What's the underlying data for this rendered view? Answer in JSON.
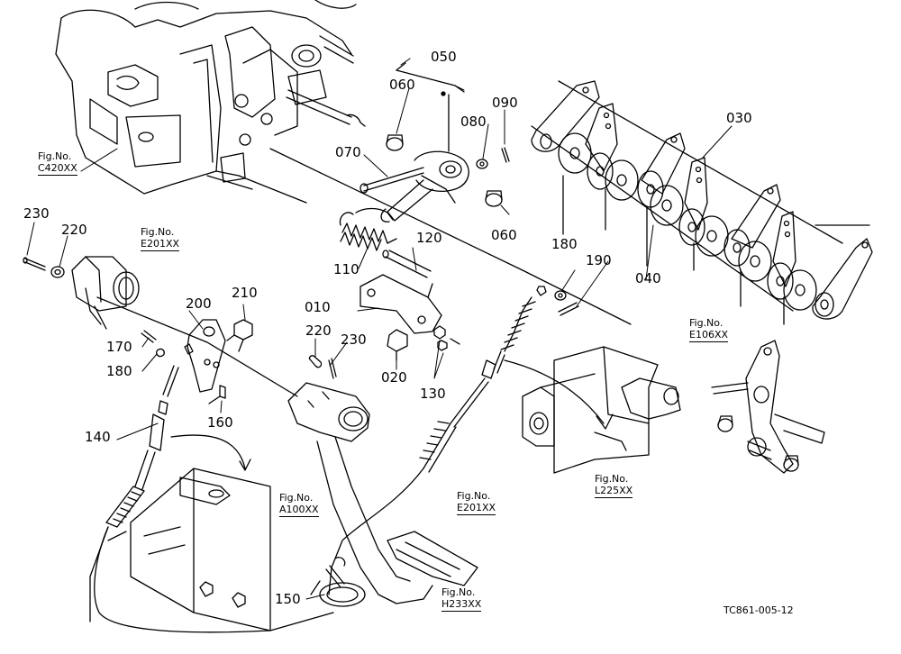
{
  "labels": {
    "p050": "050",
    "p060a": "060",
    "p060b": "060",
    "p080": "080",
    "p090": "090",
    "p070": "070",
    "p030": "030",
    "p040": "040",
    "p230a": "230",
    "p220a": "220",
    "p110": "110",
    "p120": "120",
    "p180a": "180",
    "p190": "190",
    "p210": "210",
    "p200": "200",
    "p010": "010",
    "p170": "170",
    "p180b": "180",
    "p220b": "220",
    "p230b": "230",
    "p020": "020",
    "p130": "130",
    "p160": "160",
    "p140": "140",
    "p150": "150"
  },
  "refs": {
    "c420": {
      "prefix": "Fig.No.",
      "code": "C420XX"
    },
    "e201a": {
      "prefix": "Fig.No.",
      "code": "E201XX"
    },
    "e106": {
      "prefix": "Fig.No.",
      "code": "E106XX"
    },
    "l225": {
      "prefix": "Fig.No.",
      "code": "L225XX"
    },
    "a100": {
      "prefix": "Fig.No.",
      "code": "A100XX"
    },
    "e201b": {
      "prefix": "Fig.No.",
      "code": "E201XX"
    },
    "h233": {
      "prefix": "Fig.No.",
      "code": "H233XX"
    }
  },
  "doc_code": "TC861-005-12"
}
